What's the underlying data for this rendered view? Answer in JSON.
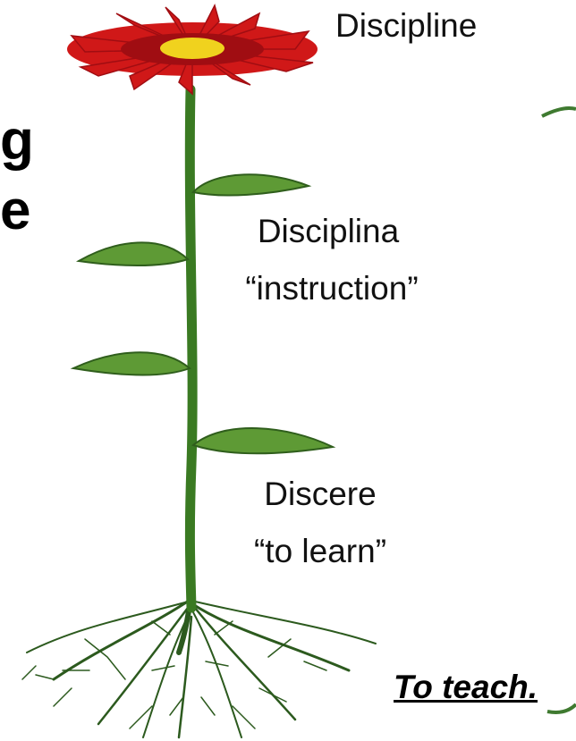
{
  "heading_fragments": [
    "g",
    "e"
  ],
  "labels": {
    "flower": "Discipline",
    "middle_word": "Disciplina",
    "middle_meaning": "“instruction”",
    "root_word": "Discere",
    "root_meaning": "“to learn”",
    "to_teach": "To teach."
  },
  "colors": {
    "petal": "#d01818",
    "petal_dark": "#a00d12",
    "center": "#f0d21e",
    "stem": "#3a7a22",
    "leaf": "#5e9a35",
    "leaf_dark": "#2f5e1c",
    "root": "#2c5a1e",
    "arc": "#3f7a30"
  }
}
